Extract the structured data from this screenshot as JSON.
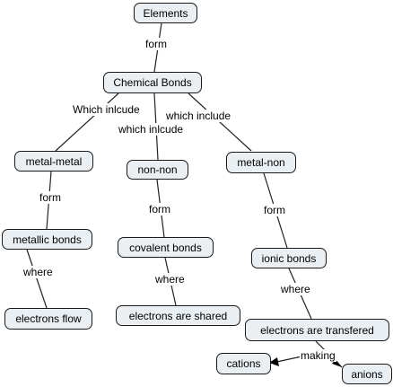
{
  "nodes": {
    "elements": "Elements",
    "chemical_bonds": "Chemical Bonds",
    "metal_metal": "metal-metal",
    "non_non": "non-non",
    "metal_non": "metal-non",
    "metallic_bonds": "metallic bonds",
    "covalent_bonds": "covalent bonds",
    "ionic_bonds": "ionic bonds",
    "electrons_flow": "electrons flow",
    "electrons_shared": "electrons are shared",
    "electrons_transfered": "electrons are transfered",
    "cations": "cations",
    "anions": "anions"
  },
  "links": {
    "form_1": "form",
    "which_include_left": "Which inlcude",
    "which_include_mid": "which inlcude",
    "which_include_right": "which include",
    "form_metal": "form",
    "form_non": "form",
    "form_ionic": "form",
    "where_metallic": "where",
    "where_covalent": "where",
    "where_ionic": "where",
    "making": "making"
  }
}
